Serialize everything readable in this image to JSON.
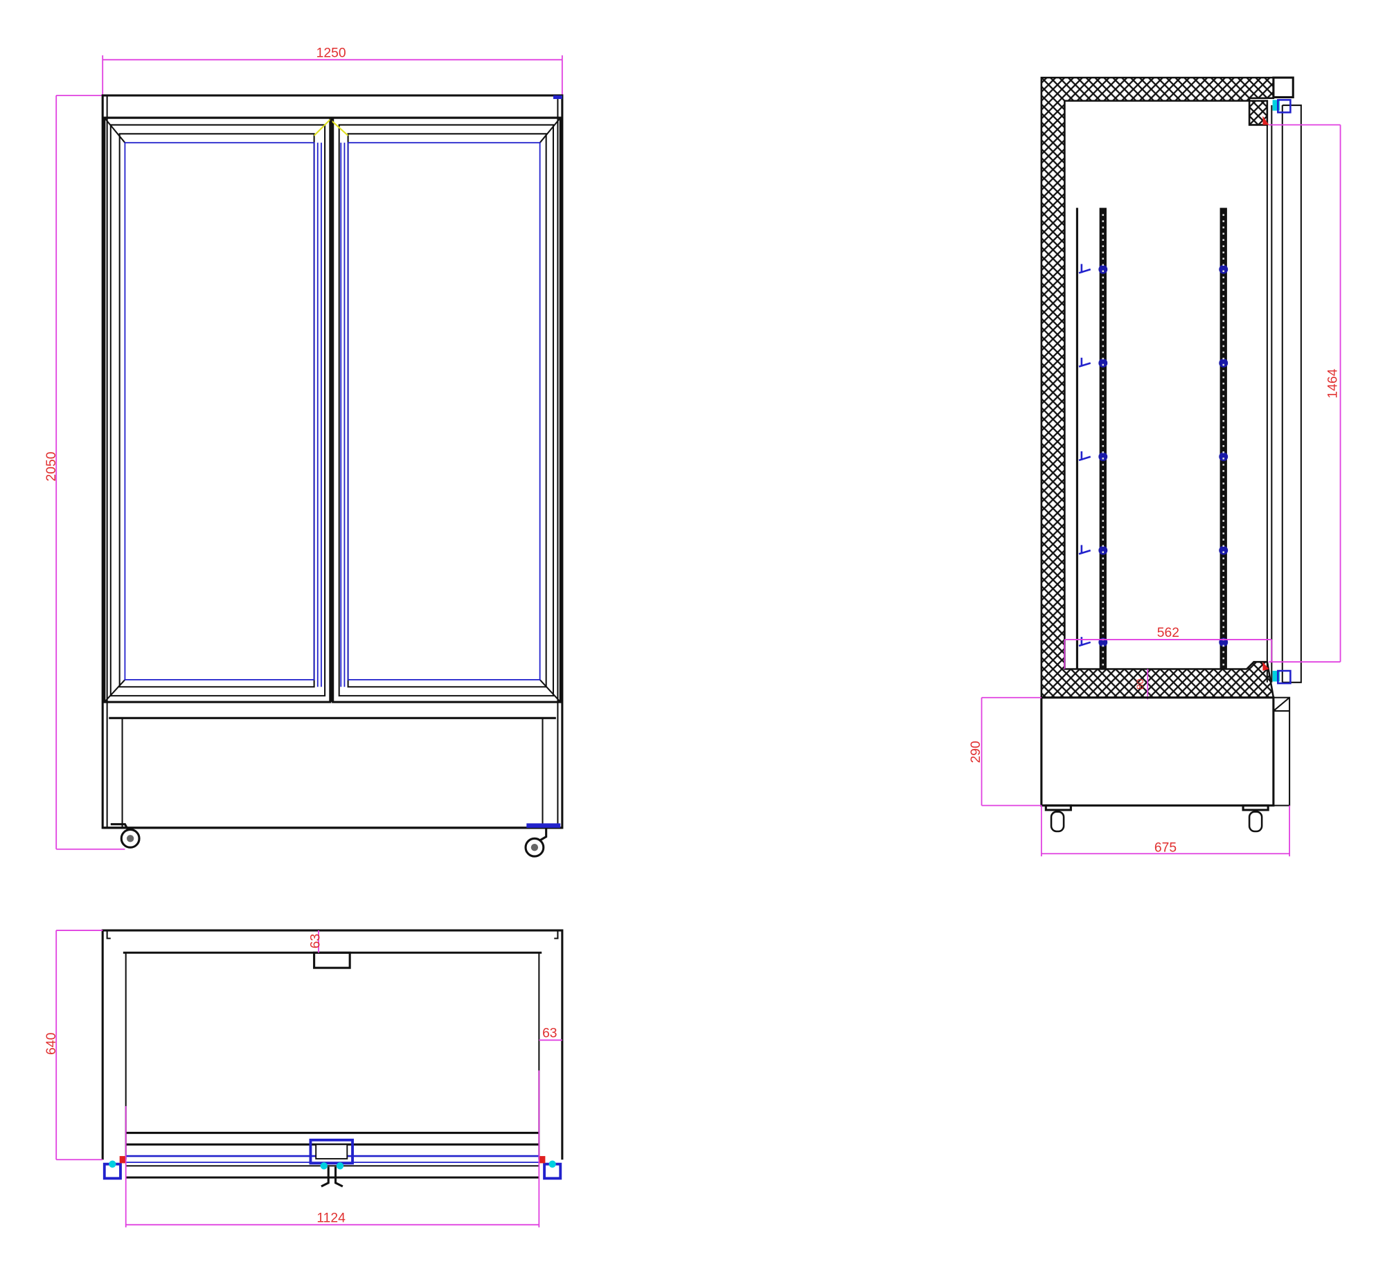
{
  "drawing": {
    "views": [
      "front-view",
      "side-section-view",
      "top-section-view"
    ],
    "colors": {
      "outline": "#111111",
      "glass": "#2222cc",
      "dimension_line": "#e040e0",
      "dimension_text": "#e03030",
      "gasket": "#00d0e0",
      "seal": "#e02020",
      "hinge": "#e0e020"
    },
    "front": {
      "width": "1250",
      "height": "2050"
    },
    "side": {
      "door_height": "1464",
      "interior_depth": "562",
      "floor_insulation": "80",
      "base_height": "290",
      "depth": "675"
    },
    "top": {
      "top_insulation": "63",
      "side_insulation": "63",
      "depth": "640",
      "inner_width": "1124"
    }
  }
}
